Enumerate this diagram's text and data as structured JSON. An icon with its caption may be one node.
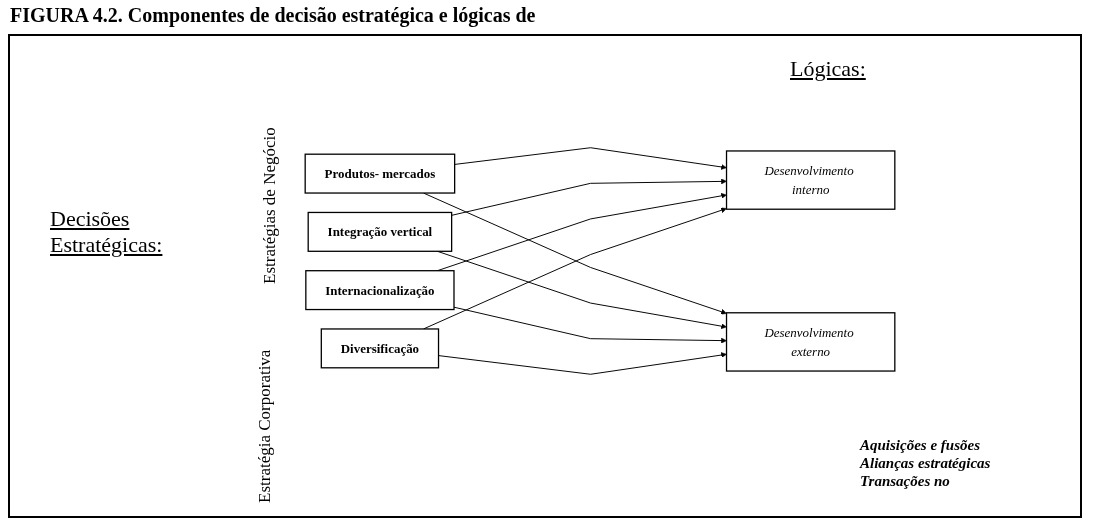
{
  "diagram": {
    "title": "FIGURA 4.2. Componentes de decisão estratégica e lógicas de",
    "nodes": [
      {
        "text": [
          "Produtos- mercados"
        ]
      },
      {
        "text": [
          "Integração vertical"
        ]
      },
      {
        "text": [
          "Internacionalização"
        ]
      },
      {
        "text": [
          "Diversificação"
        ]
      },
      {
        "text": [
          "Desenvolvimento interno"
        ]
      },
      {
        "text": [
          "Desenvolvimento externo"
        ],
        "beside": [
          "Aquisições e fusões",
          "Alianças estratégicas",
          "Transações no"
        ]
      }
    ],
    "edges": [
      {
        "from": 0,
        "to": 4,
        "arrow": "to"
      },
      {
        "from": 0,
        "to": 5,
        "arrow": "to"
      },
      {
        "from": 1,
        "to": 4,
        "arrow": "to"
      },
      {
        "from": 1,
        "to": 5,
        "arrow": "to"
      },
      {
        "from": 2,
        "to": 4,
        "arrow": "to"
      },
      {
        "from": 2,
        "to": 5,
        "arrow": "to"
      },
      {
        "from": 3,
        "to": 4,
        "arrow": "to"
      },
      {
        "from": 3,
        "to": 5,
        "arrow": "to"
      }
    ],
    "labels": [
      "Decisões Estratégicas:",
      "Estratégias de Negócio",
      "Estratégia Corporativa",
      "Lógicas:"
    ]
  }
}
